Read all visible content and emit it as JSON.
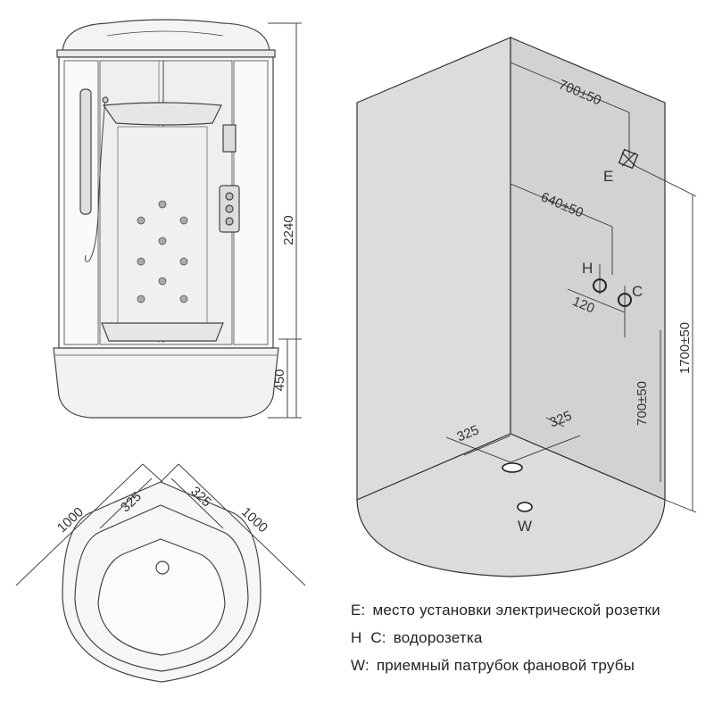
{
  "front_view": {
    "height_total": "2240",
    "height_tray": "450"
  },
  "top_view": {
    "width_left": "1000",
    "width_right": "1000",
    "offset_left": "325",
    "offset_right": "325"
  },
  "corner_view": {
    "e_offset": "700±50",
    "hc_offset": "640±50",
    "hc_spacing": "120",
    "e_height": "1700±50",
    "hc_height": "700±50",
    "drain_left": "325",
    "drain_right": "325",
    "label_e": "E",
    "label_h": "H",
    "label_c": "C",
    "label_w": "W"
  },
  "legend": {
    "e_key": "E:",
    "e_text": "место установки электрической розетки",
    "hc_key": "H  C:",
    "hc_text": "водорозетка",
    "w_key": "W:",
    "w_text": "приемный патрубок фановой трубы"
  }
}
